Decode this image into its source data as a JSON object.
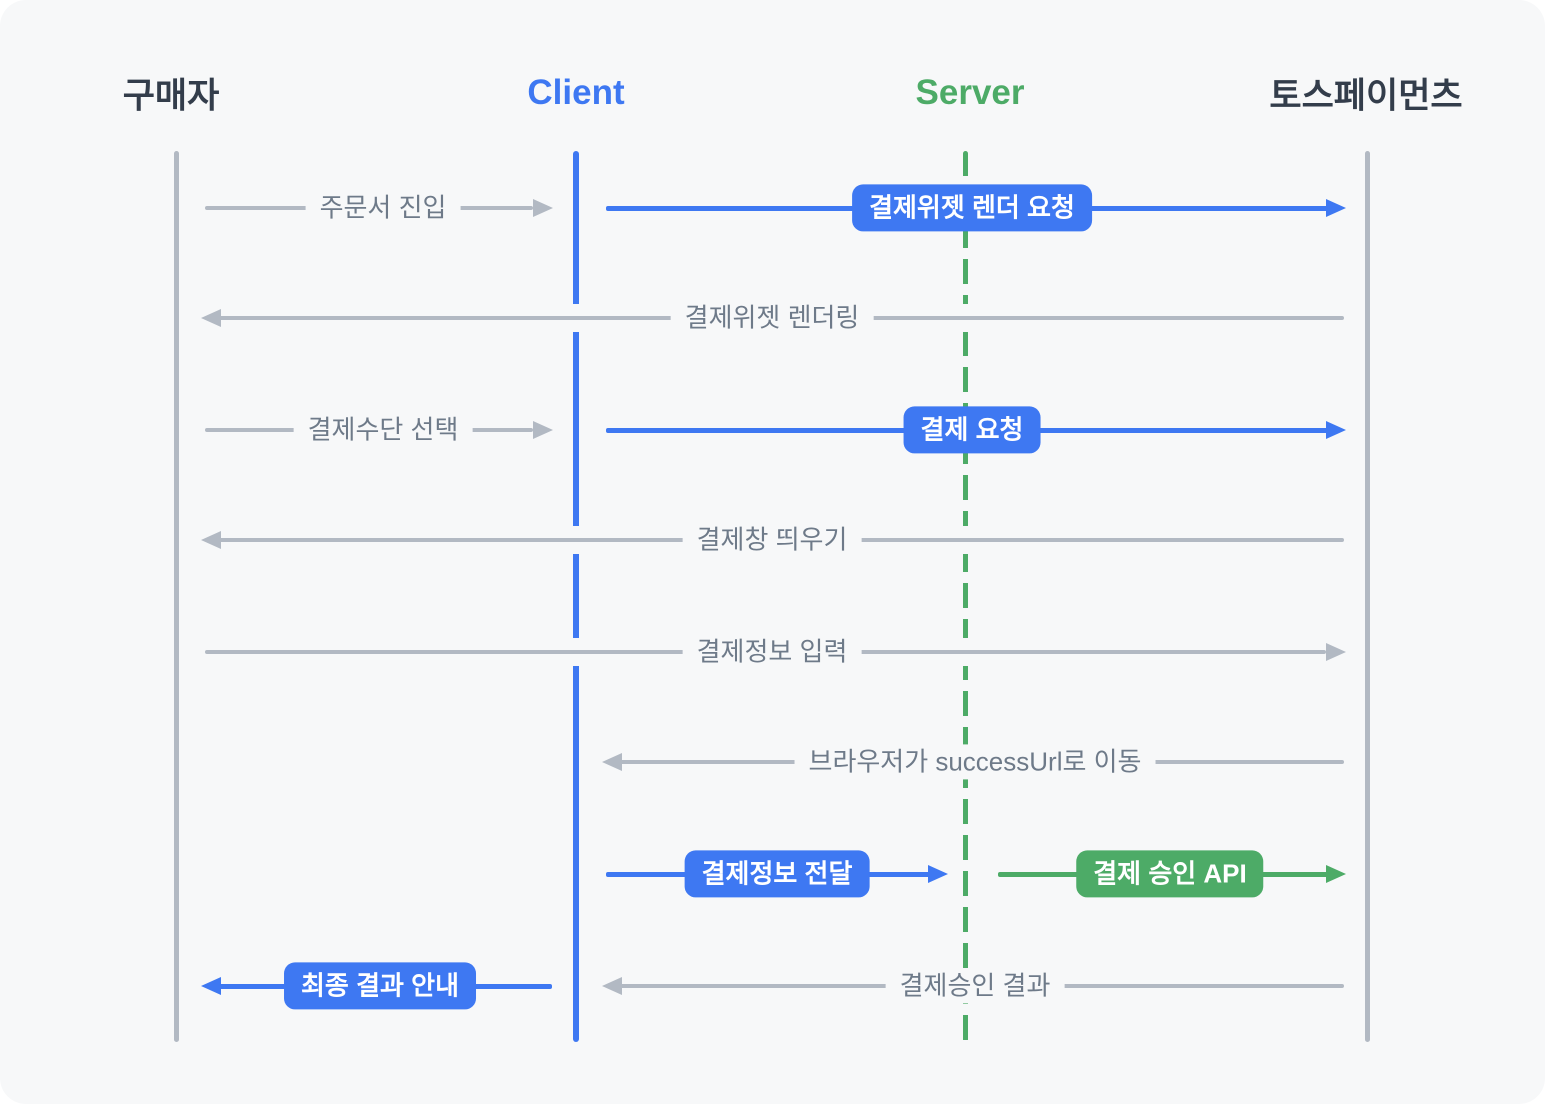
{
  "colors": {
    "canvas": "#f7f8f9",
    "dark": "#333d4b",
    "blue": "#3e78f2",
    "green": "#4dab67",
    "lifeline_gray": "#b2b9c3",
    "arrow_gray": "#b2b9c3",
    "label_gray": "#6e7a89",
    "badge_text": "#ffffff"
  },
  "actors": [
    {
      "label": "구매자",
      "role": "buyer",
      "text_color": "dark",
      "lifeline": "solid-gray"
    },
    {
      "label": "Client",
      "role": "client",
      "text_color": "blue",
      "lifeline": "solid-blue"
    },
    {
      "label": "Server",
      "role": "server",
      "text_color": "green",
      "lifeline": "dashed-green"
    },
    {
      "label": "토스페이먼츠",
      "role": "toss-payments",
      "text_color": "dark",
      "lifeline": "solid-gray"
    }
  ],
  "messages": [
    {
      "label": "주문서 진입",
      "from": "구매자",
      "to": "Client",
      "style": "plain-gray-arrow"
    },
    {
      "label": "결제위젯 렌더 요청",
      "from": "Client",
      "to": "토스페이먼츠",
      "style": "blue-badge-arrow"
    },
    {
      "label": "결제위젯 렌더링",
      "from": "토스페이먼츠",
      "to": "구매자",
      "style": "plain-gray-arrow"
    },
    {
      "label": "결제수단 선택",
      "from": "구매자",
      "to": "Client",
      "style": "plain-gray-arrow"
    },
    {
      "label": "결제 요청",
      "from": "Client",
      "to": "토스페이먼츠",
      "style": "blue-badge-arrow"
    },
    {
      "label": "결제창 띄우기",
      "from": "토스페이먼츠",
      "to": "구매자",
      "style": "plain-gray-arrow"
    },
    {
      "label": "결제정보 입력",
      "from": "구매자",
      "to": "토스페이먼츠",
      "style": "plain-gray-arrow"
    },
    {
      "label": "브라우저가 successUrl로 이동",
      "from": "토스페이먼츠",
      "to": "Client",
      "style": "plain-gray-arrow"
    },
    {
      "label": "결제정보 전달",
      "from": "Client",
      "to": "Server",
      "style": "blue-badge-arrow"
    },
    {
      "label": "결제 승인 API",
      "from": "Server",
      "to": "토스페이먼츠",
      "style": "green-badge-arrow"
    },
    {
      "label": "최종 결과 안내",
      "from": "Client",
      "to": "구매자",
      "style": "blue-badge-arrow"
    },
    {
      "label": "결제승인 결과",
      "from": "토스페이먼츠",
      "to": "Client",
      "style": "plain-gray-arrow"
    }
  ]
}
